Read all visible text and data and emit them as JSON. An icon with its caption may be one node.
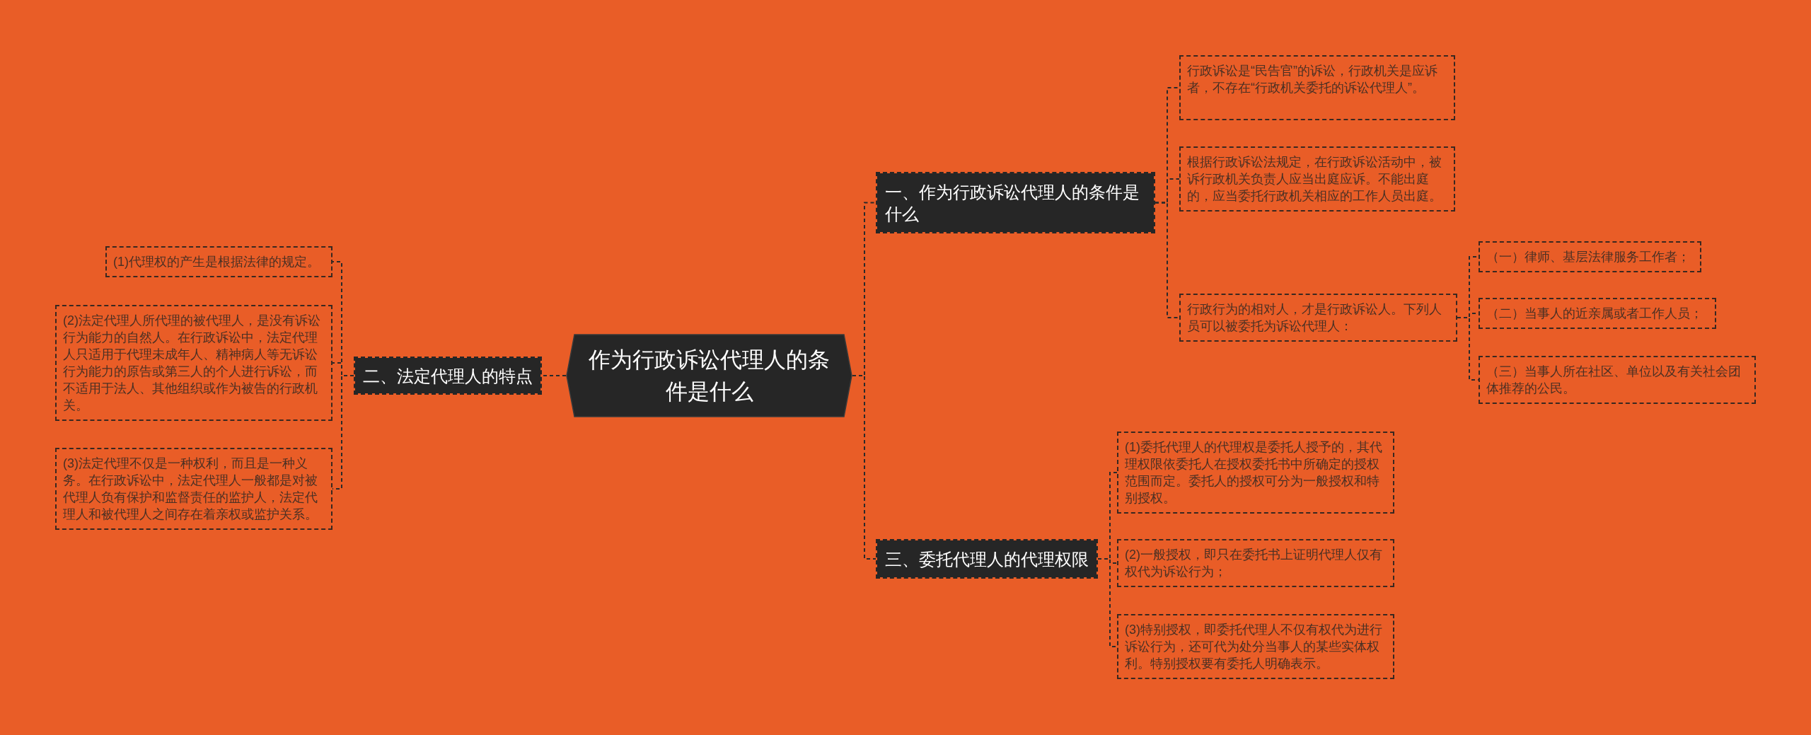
{
  "diagram": {
    "nodes": [
      {
        "text": [
          "作为行政诉讼代理人的条件是什么"
        ]
      },
      {
        "text": [
          "二、法定代理人的特点"
        ]
      },
      {
        "text": [
          "(1)代理权的产生是根据法律的规定。"
        ]
      },
      {
        "text": [
          "(2)法定代理人所代理的被代理人，是没有诉讼行为能力的自然人。在行政诉讼中，法定代理人只适用于代理未成年人、精神病人等无诉讼行为能力的原告或第三人的个人进行诉讼，而不适用于法人、其他组织或作为被告的行政机关。"
        ]
      },
      {
        "text": [
          "(3)法定代理不仅是一种权利，而且是一种义务。在行政诉讼中，法定代理人一般都是对被代理人负有保护和监督责任的监护人，法定代理人和被代理人之间存在着亲权或监护关系。"
        ]
      },
      {
        "text": [
          "一、作为行政诉讼代理人的条件是什么"
        ]
      },
      {
        "text": [
          "行政诉讼是“民告官”的诉讼，行政机关是应诉者，不存在“行政机关委托的诉讼代理人”。"
        ]
      },
      {
        "text": [
          "根据行政诉讼法规定，在行政诉讼活动中，被诉行政机关负责人应当出庭应诉。不能出庭的，应当委托行政机关相应的工作人员出庭。"
        ]
      },
      {
        "text": [
          "行政行为的相对人，才是行政诉讼人。下列人员可以被委托为诉讼代理人："
        ]
      },
      {
        "text": [
          "（一）律师、基层法律服务工作者；"
        ]
      },
      {
        "text": [
          "（二）当事人的近亲属或者工作人员；"
        ]
      },
      {
        "text": [
          "（三）当事人所在社区、单位以及有关社会团体推荐的公民。"
        ]
      },
      {
        "text": [
          "三、委托代理人的代理权限"
        ]
      },
      {
        "text": [
          "(1)委托代理人的代理权是委托人授予的，其代理权限依委托人在授权委托书中所确定的授权范围而定。委托人的授权可分为一般授权和特别授权。"
        ]
      },
      {
        "text": [
          "(2)一般授权，即只在委托书上证明代理人仅有权代为诉讼行为；"
        ]
      },
      {
        "text": [
          "(3)特别授权，即委托代理人不仅有权代为进行诉讼行为，还可代为处分当事人的某些实体权利。特别授权要有委托人明确表示。"
        ]
      }
    ],
    "edges": [
      {
        "from": 0,
        "to": 1,
        "arrow": "none"
      },
      {
        "from": 1,
        "to": 2,
        "arrow": "none"
      },
      {
        "from": 1,
        "to": 3,
        "arrow": "none"
      },
      {
        "from": 1,
        "to": 4,
        "arrow": "none"
      },
      {
        "from": 0,
        "to": 5,
        "arrow": "none"
      },
      {
        "from": 5,
        "to": 6,
        "arrow": "none"
      },
      {
        "from": 5,
        "to": 7,
        "arrow": "none"
      },
      {
        "from": 5,
        "to": 8,
        "arrow": "none"
      },
      {
        "from": 8,
        "to": 9,
        "arrow": "none"
      },
      {
        "from": 8,
        "to": 10,
        "arrow": "none"
      },
      {
        "from": 8,
        "to": 11,
        "arrow": "none"
      },
      {
        "from": 0,
        "to": 12,
        "arrow": "none"
      },
      {
        "from": 12,
        "to": 13,
        "arrow": "none"
      },
      {
        "from": 12,
        "to": 14,
        "arrow": "none"
      },
      {
        "from": 12,
        "to": 15,
        "arrow": "none"
      }
    ]
  }
}
